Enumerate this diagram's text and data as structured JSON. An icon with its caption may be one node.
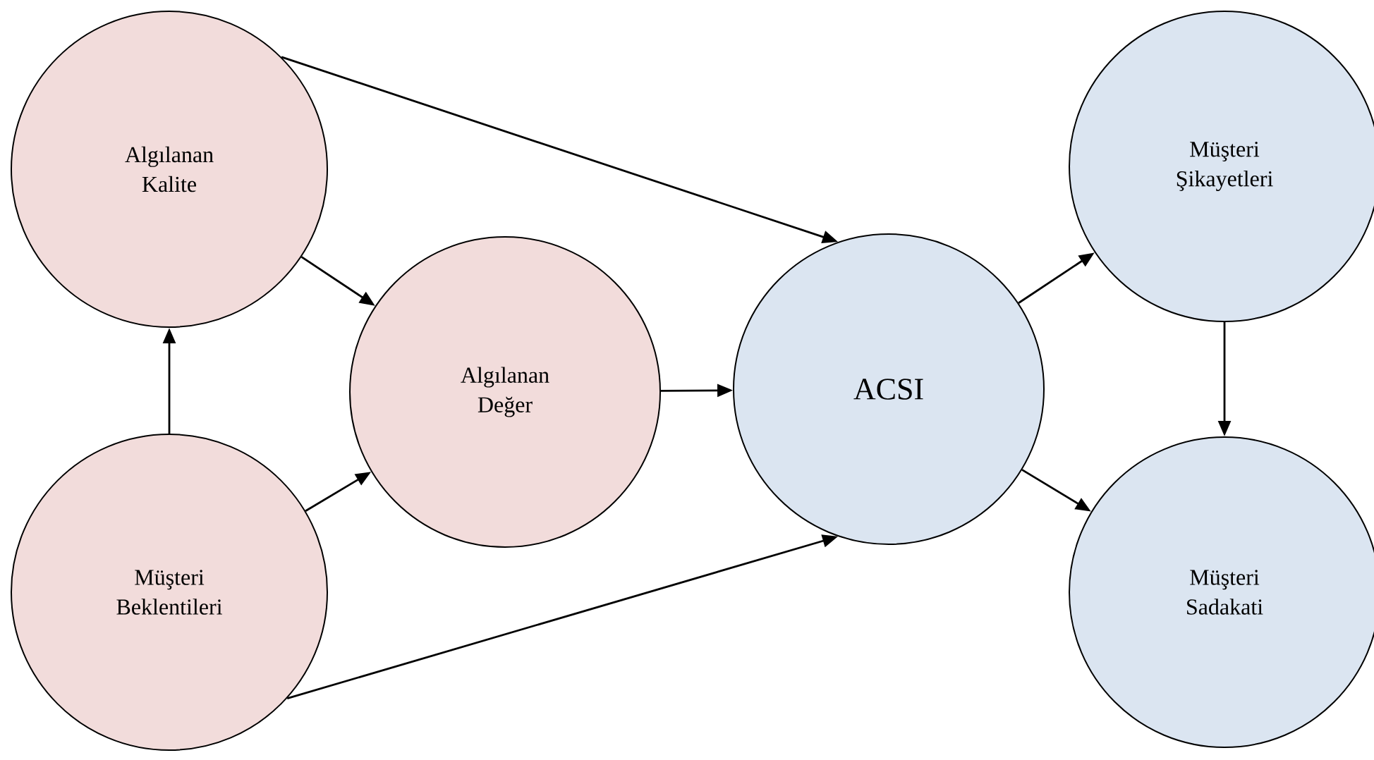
{
  "diagram": {
    "nodes": [
      {
        "text": [
          "Algılanan Kalite"
        ]
      },
      {
        "text": [
          "Müşteri Beklentileri"
        ]
      },
      {
        "text": [
          "Algılanan Değer"
        ]
      },
      {
        "text": [
          "ACSI"
        ]
      },
      {
        "text": [
          "Müşteri Şikayetleri"
        ]
      },
      {
        "text": [
          "Müşteri Sadakati"
        ]
      }
    ],
    "edges": [
      {
        "from": 0,
        "to": 3,
        "arrow": "to"
      },
      {
        "from": 0,
        "to": 2,
        "arrow": "to"
      },
      {
        "from": 1,
        "to": 0,
        "arrow": "to"
      },
      {
        "from": 1,
        "to": 2,
        "arrow": "to"
      },
      {
        "from": 2,
        "to": 3,
        "arrow": "to"
      },
      {
        "from": 1,
        "to": 3,
        "arrow": "to"
      },
      {
        "from": 3,
        "to": 4,
        "arrow": "to"
      },
      {
        "from": 3,
        "to": 5,
        "arrow": "to"
      },
      {
        "from": 4,
        "to": 5,
        "arrow": "to"
      }
    ]
  }
}
